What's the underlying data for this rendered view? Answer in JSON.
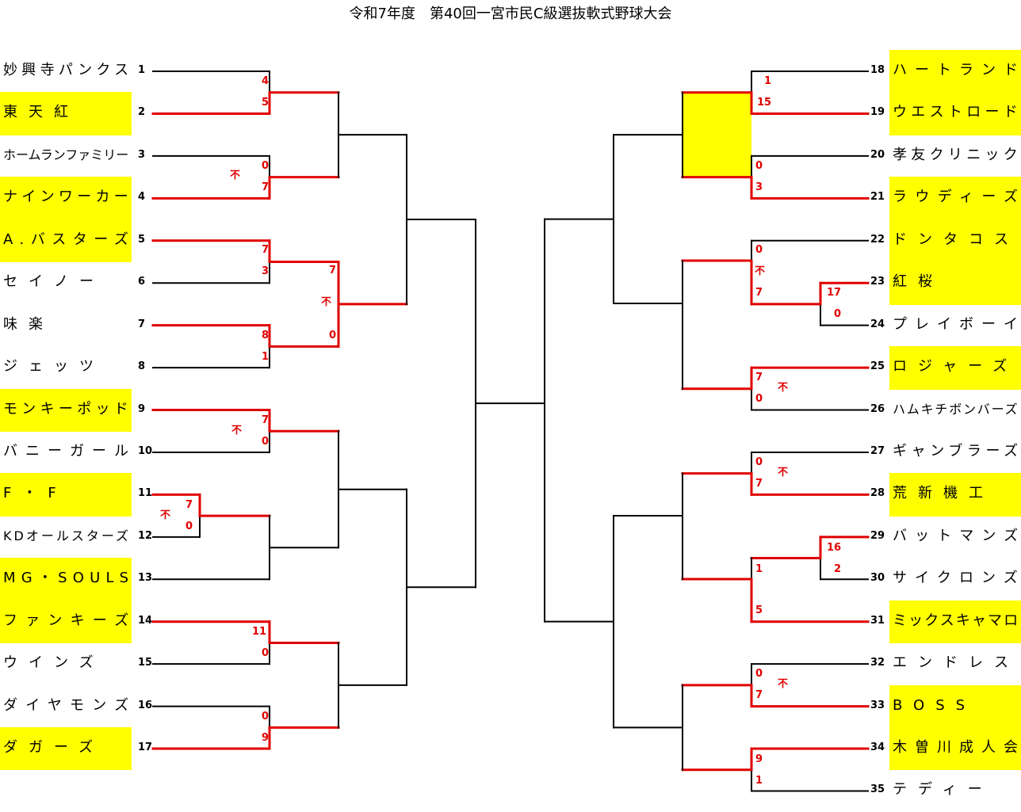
{
  "title": "令和7年度　第40回一宮市民C級選抜軟式野球大会",
  "colors": {
    "win_line": "#e00000",
    "line": "#000000",
    "highlight": "#ffff00"
  },
  "left_teams": [
    {
      "num": "1",
      "name": "妙興寺パンクス",
      "hl": false
    },
    {
      "num": "2",
      "name": "東天紅",
      "hl": true
    },
    {
      "num": "3",
      "name": "ホームランファミリー",
      "hl": false
    },
    {
      "num": "4",
      "name": "ナインワーカー",
      "hl": true
    },
    {
      "num": "5",
      "name": "A.バスターズ",
      "hl": true
    },
    {
      "num": "6",
      "name": "セイノー",
      "hl": false
    },
    {
      "num": "7",
      "name": "味楽",
      "hl": false
    },
    {
      "num": "8",
      "name": "ジェッツ",
      "hl": false
    },
    {
      "num": "9",
      "name": "モンキーポッド",
      "hl": true
    },
    {
      "num": "10",
      "name": "バニーガール",
      "hl": false
    },
    {
      "num": "11",
      "name": "F・F",
      "hl": true
    },
    {
      "num": "12",
      "name": "KDオールスターズ",
      "hl": false
    },
    {
      "num": "13",
      "name": "MG・SOULS",
      "hl": true
    },
    {
      "num": "14",
      "name": "ファンキーズ",
      "hl": true
    },
    {
      "num": "15",
      "name": "ウインズ",
      "hl": false
    },
    {
      "num": "16",
      "name": "ダイヤモンズ",
      "hl": false
    },
    {
      "num": "17",
      "name": "ダガーズ",
      "hl": true
    }
  ],
  "right_teams": [
    {
      "num": "18",
      "name": "ハートランド",
      "hl": true
    },
    {
      "num": "19",
      "name": "ウエストロード",
      "hl": true
    },
    {
      "num": "20",
      "name": "孝友クリニック",
      "hl": false
    },
    {
      "num": "21",
      "name": "ラウディーズ",
      "hl": true
    },
    {
      "num": "22",
      "name": "ドンタコス",
      "hl": true
    },
    {
      "num": "23",
      "name": "紅桜",
      "hl": true
    },
    {
      "num": "24",
      "name": "プレイボーイ",
      "hl": false
    },
    {
      "num": "25",
      "name": "ロジャーズ",
      "hl": true
    },
    {
      "num": "26",
      "name": "ハムキチボンバーズ",
      "hl": false
    },
    {
      "num": "27",
      "name": "ギャンブラーズ",
      "hl": false
    },
    {
      "num": "28",
      "name": "荒新機工",
      "hl": true
    },
    {
      "num": "29",
      "name": "バットマンズ",
      "hl": false
    },
    {
      "num": "30",
      "name": "サイクロンズ",
      "hl": false
    },
    {
      "num": "31",
      "name": "ミックスキャマロ",
      "hl": true
    },
    {
      "num": "32",
      "name": "エンドレス",
      "hl": false
    },
    {
      "num": "33",
      "name": "BOSS",
      "hl": true
    },
    {
      "num": "34",
      "name": "木曽川成人会",
      "hl": true
    },
    {
      "num": "35",
      "name": "テディー",
      "hl": false
    }
  ],
  "scores": [
    "4",
    "5",
    "不",
    "0",
    "7",
    "7",
    "3",
    "7",
    "不",
    "0",
    "8",
    "1",
    "不",
    "7",
    "0",
    "7",
    "0",
    "不",
    "11",
    "0",
    "0",
    "9",
    "1",
    "15",
    "0",
    "3",
    "0",
    "不",
    "7",
    "17",
    "0",
    "7",
    "不",
    "0",
    "0",
    "不",
    "7",
    "16",
    "2",
    "1",
    "5",
    "0",
    "不",
    "7",
    "9",
    "1"
  ]
}
